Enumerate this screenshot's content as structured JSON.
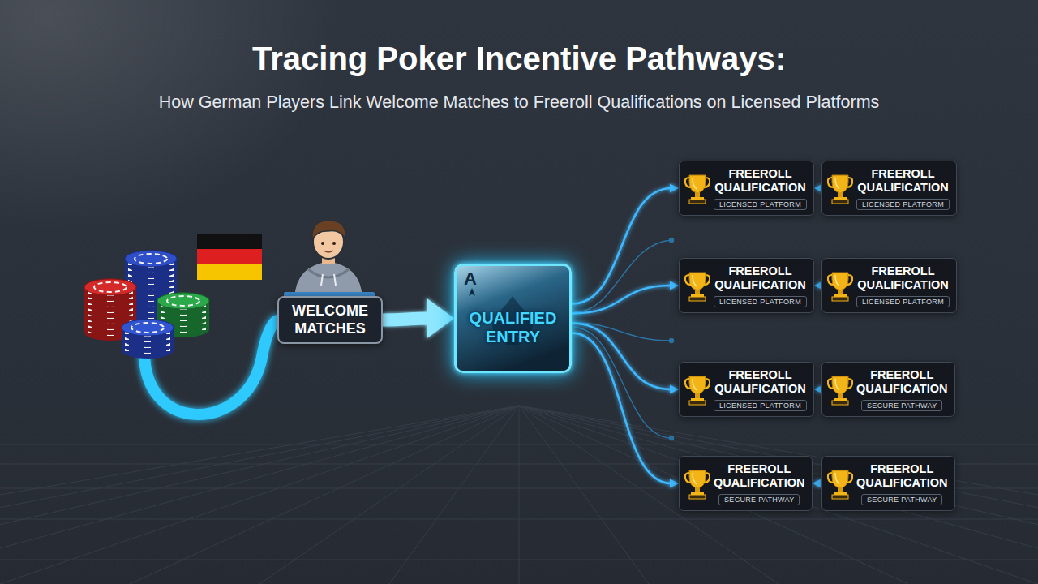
{
  "diagram": {
    "title": "Tracing Poker Incentive Pathways:",
    "caption": "How German Players Link Welcome Matches to Freeroll Qualifications on Licensed Platforms",
    "nodes": [
      {
        "text": [
          "WELCOME MATCHES"
        ]
      },
      {
        "text": [
          "A",
          "QUALIFIED ENTRY"
        ]
      },
      {
        "text": [
          "FREEROLL QUALIFICATION",
          "LICENSED PLATFORM"
        ]
      },
      {
        "text": [
          "FREEROLL QUALIFICATION",
          "LICENSED PLATFORM"
        ]
      },
      {
        "text": [
          "FREEROLL QUALIFICATION",
          "LICENSED PLATFORM"
        ]
      },
      {
        "text": [
          "FREEROLL QUALIFICATION",
          "LICENSED PLATFORM"
        ]
      },
      {
        "text": [
          "FREEROLL QUALIFICATION",
          "LICENSED PLATFORM"
        ]
      },
      {
        "text": [
          "FREEROLL QUALIFICATION",
          "SECURE PATHWAY"
        ]
      },
      {
        "text": [
          "FREEROLL QUALIFICATION",
          "SECURE PATHWAY"
        ]
      },
      {
        "text": [
          "FREEROLL QUALIFICATION",
          "SECURE PATHWAY"
        ]
      }
    ],
    "edges": [
      {
        "from": 0,
        "to": 1,
        "arrow": "to"
      },
      {
        "from": 1,
        "to": 2,
        "arrow": "to"
      },
      {
        "from": 1,
        "to": 4,
        "arrow": "to"
      },
      {
        "from": 1,
        "to": 6,
        "arrow": "to"
      },
      {
        "from": 1,
        "to": 8,
        "arrow": "to"
      },
      {
        "from": 3,
        "to": 2,
        "arrow": "to"
      },
      {
        "from": 5,
        "to": 4,
        "arrow": "to"
      },
      {
        "from": 7,
        "to": 6,
        "arrow": "to"
      },
      {
        "from": 9,
        "to": 8,
        "arrow": "to"
      }
    ]
  }
}
